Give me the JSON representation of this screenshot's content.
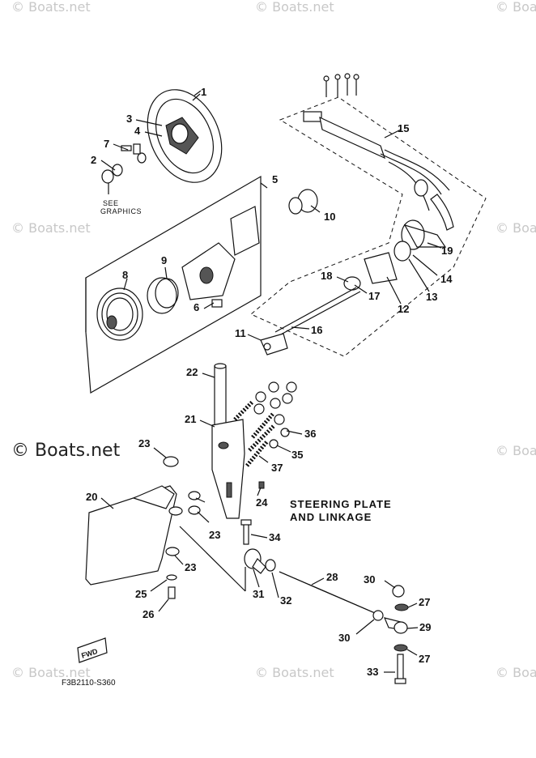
{
  "watermark": "© Boats.net",
  "watermark_main": "© Boats.net",
  "section_title_line1": "STEERING PLATE",
  "section_title_line2": "AND LINKAGE",
  "see_graphics_line1": "SEE",
  "see_graphics_line2": "GRAPHICS",
  "fwd_label": "FWD",
  "diagram_code": "F3B2110-S360",
  "callouts": [
    "1",
    "2",
    "3",
    "4",
    "5",
    "7",
    "8",
    "9",
    "6",
    "10",
    "11",
    "12",
    "13",
    "14",
    "15",
    "16",
    "17",
    "18",
    "19",
    "20",
    "21",
    "22",
    "23",
    "23",
    "23",
    "23",
    "24",
    "25",
    "26",
    "27",
    "27",
    "28",
    "29",
    "30",
    "30",
    "31",
    "32",
    "33",
    "34",
    "35",
    "36",
    "37"
  ]
}
